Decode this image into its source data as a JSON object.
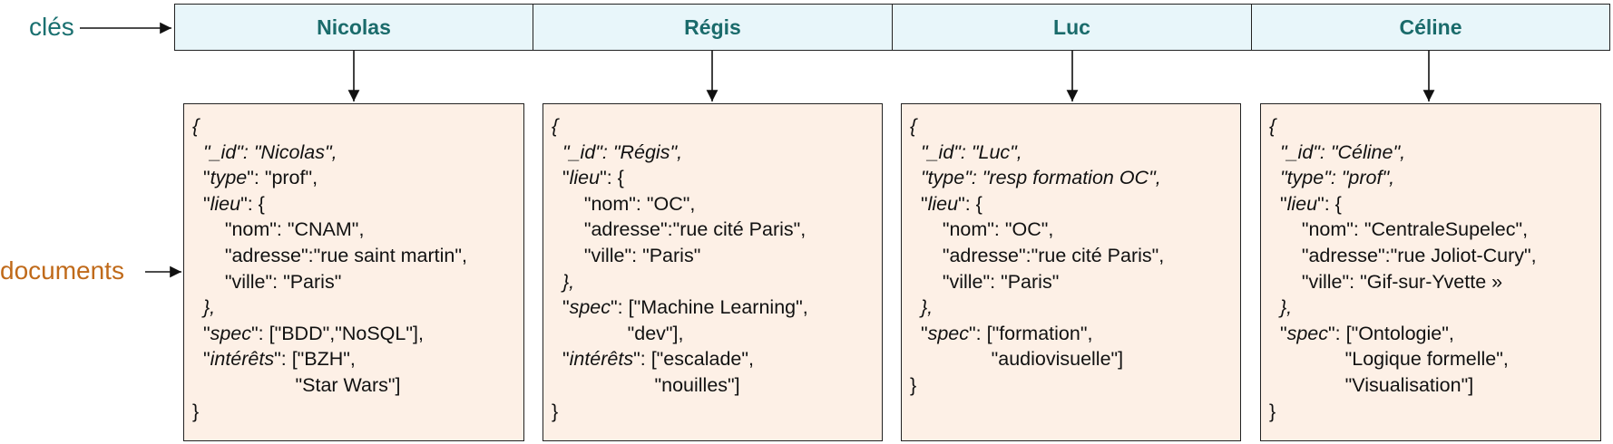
{
  "labels": {
    "keys": "clés",
    "documents": "documents"
  },
  "colors": {
    "keys_text": "#1a6b6b",
    "keys_bg": "#e8f6fa",
    "doc_bg": "#fdf0e6",
    "cles_label": "#1a7070",
    "documents_label": "#c06a1a"
  },
  "keys": [
    "Nicolas",
    "Régis",
    "Luc",
    "Céline"
  ],
  "documents": [
    {
      "lines": [
        [
          {
            "t": "{",
            "i": true
          }
        ],
        [
          {
            "t": "  "
          },
          {
            "t": "\"_id\": \"Nicolas\",",
            "i": true
          }
        ],
        [
          {
            "t": "  \""
          },
          {
            "t": "type",
            "i": true
          },
          {
            "t": "\": \"prof\","
          }
        ],
        [
          {
            "t": "  \""
          },
          {
            "t": "lieu",
            "i": true
          },
          {
            "t": "\": {"
          }
        ],
        [
          {
            "t": "      \"nom\": \"CNAM\","
          }
        ],
        [
          {
            "t": "      \"adresse\":\"rue saint martin\","
          }
        ],
        [
          {
            "t": "      \"ville\": \"Paris\""
          }
        ],
        [
          {
            "t": "  "
          },
          {
            "t": "},",
            "i": true
          }
        ],
        [
          {
            "t": "  \""
          },
          {
            "t": "spec",
            "i": true
          },
          {
            "t": "\": [\"BDD\",\"NoSQL\"],"
          }
        ],
        [
          {
            "t": "  \""
          },
          {
            "t": "intérêts",
            "i": true
          },
          {
            "t": "\": [\"BZH\","
          }
        ],
        [
          {
            "t": "                   \"Star Wars\"]"
          }
        ],
        [
          {
            "t": "}"
          }
        ]
      ]
    },
    {
      "lines": [
        [
          {
            "t": "{",
            "i": true
          }
        ],
        [
          {
            "t": "  "
          },
          {
            "t": "\"_id\": \"Régis\",",
            "i": true
          }
        ],
        [
          {
            "t": "  \""
          },
          {
            "t": "lieu",
            "i": true
          },
          {
            "t": "\": {"
          }
        ],
        [
          {
            "t": "      \"nom\": \"OC\","
          }
        ],
        [
          {
            "t": "      \"adresse\":\"rue cité Paris\","
          }
        ],
        [
          {
            "t": "      \"ville\": \"Paris\""
          }
        ],
        [
          {
            "t": "  "
          },
          {
            "t": "},",
            "i": true
          }
        ],
        [
          {
            "t": "  \""
          },
          {
            "t": "spec",
            "i": true
          },
          {
            "t": "\": [\"Machine Learning\","
          }
        ],
        [
          {
            "t": "              \"dev\"],"
          }
        ],
        [
          {
            "t": "  \""
          },
          {
            "t": "intérêts",
            "i": true
          },
          {
            "t": "\": [\"escalade\","
          }
        ],
        [
          {
            "t": "                   \"nouilles\"]"
          }
        ],
        [
          {
            "t": "}"
          }
        ]
      ]
    },
    {
      "lines": [
        [
          {
            "t": "{",
            "i": true
          }
        ],
        [
          {
            "t": "  "
          },
          {
            "t": "\"_id\": \"Luc\",",
            "i": true
          }
        ],
        [
          {
            "t": "  "
          },
          {
            "t": "\"type\": \"resp formation OC\",",
            "i": true
          }
        ],
        [
          {
            "t": "  \""
          },
          {
            "t": "lieu",
            "i": true
          },
          {
            "t": "\": {"
          }
        ],
        [
          {
            "t": "      \"nom\": \"OC\","
          }
        ],
        [
          {
            "t": "      \"adresse\":\"rue cité Paris\","
          }
        ],
        [
          {
            "t": "      \"ville\": \"Paris\""
          }
        ],
        [
          {
            "t": "  "
          },
          {
            "t": "},",
            "i": true
          }
        ],
        [
          {
            "t": "  \""
          },
          {
            "t": "spec",
            "i": true
          },
          {
            "t": "\": [\"formation\","
          }
        ],
        [
          {
            "t": "               \"audiovisuelle\"]"
          }
        ],
        [
          {
            "t": "}"
          }
        ]
      ]
    },
    {
      "lines": [
        [
          {
            "t": "{",
            "i": true
          }
        ],
        [
          {
            "t": "  "
          },
          {
            "t": "\"_id\": \"Céline\",",
            "i": true
          }
        ],
        [
          {
            "t": "  "
          },
          {
            "t": "\"type\": \"prof\",",
            "i": true
          }
        ],
        [
          {
            "t": "  \""
          },
          {
            "t": "lieu",
            "i": true
          },
          {
            "t": "\": {"
          }
        ],
        [
          {
            "t": "      \"nom\": \"CentraleSupelec\","
          }
        ],
        [
          {
            "t": "      \"adresse\":\"rue Joliot-Cury\","
          }
        ],
        [
          {
            "t": "      \"ville\": \"Gif-sur-Yvette »"
          }
        ],
        [
          {
            "t": "  "
          },
          {
            "t": "},",
            "i": true
          }
        ],
        [
          {
            "t": "  \""
          },
          {
            "t": "spec",
            "i": true
          },
          {
            "t": "\": [\"Ontologie\","
          }
        ],
        [
          {
            "t": "              \"Logique formelle\","
          }
        ],
        [
          {
            "t": "              \"Visualisation\"]"
          }
        ],
        [
          {
            "t": "}"
          }
        ]
      ]
    }
  ]
}
